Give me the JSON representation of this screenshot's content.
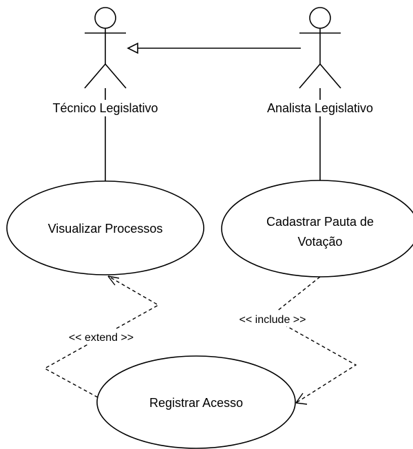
{
  "actors": {
    "tecnico": {
      "label": "Técnico Legislativo"
    },
    "analista": {
      "label": "Analista Legislativo"
    }
  },
  "use_cases": {
    "visualizar": {
      "label": "Visualizar Processos"
    },
    "cadastrar": {
      "label_line1": "Cadastrar Pauta de",
      "label_line2": "Votação"
    },
    "registrar": {
      "label": "Registrar Acesso"
    }
  },
  "relations": {
    "extend": {
      "label": "<< extend >>"
    },
    "include": {
      "label": "<< include >>"
    }
  },
  "colors": {
    "stroke": "#000000",
    "background": "#ffffff"
  }
}
